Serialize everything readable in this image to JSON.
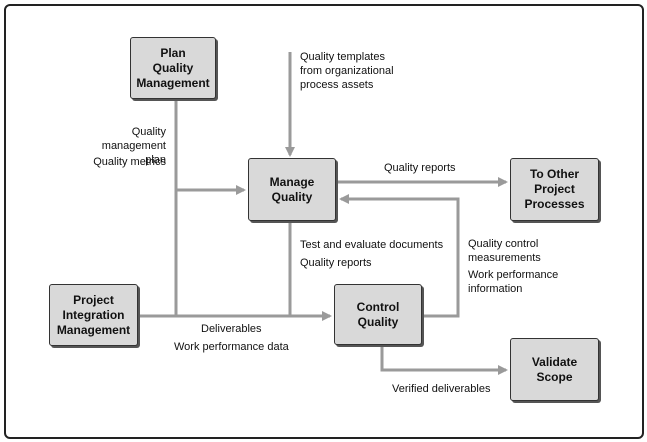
{
  "nodes": {
    "plan_quality": "Plan\nQuality\nManagement",
    "manage_quality": "Manage\nQuality",
    "to_other": "To Other\nProject\nProcesses",
    "project_integration": "Project\nIntegration\nManagement",
    "control_quality": "Control\nQuality",
    "validate_scope": "Validate\nScope"
  },
  "labels": {
    "quality_templates": "Quality templates\nfrom organizational\nprocess assets",
    "qm_plan": "Quality management\nplan",
    "quality_metrics": "Quality metrics",
    "quality_reports_top": "Quality reports",
    "test_docs": "Test and evaluate documents",
    "quality_reports_mid": "Quality reports",
    "qc_measurements": "Quality control\nmeasurements",
    "work_perf_info": "Work performance\ninformation",
    "deliverables": "Deliverables",
    "work_perf_data": "Work performance data",
    "verified_deliverables": "Verified deliverables"
  }
}
